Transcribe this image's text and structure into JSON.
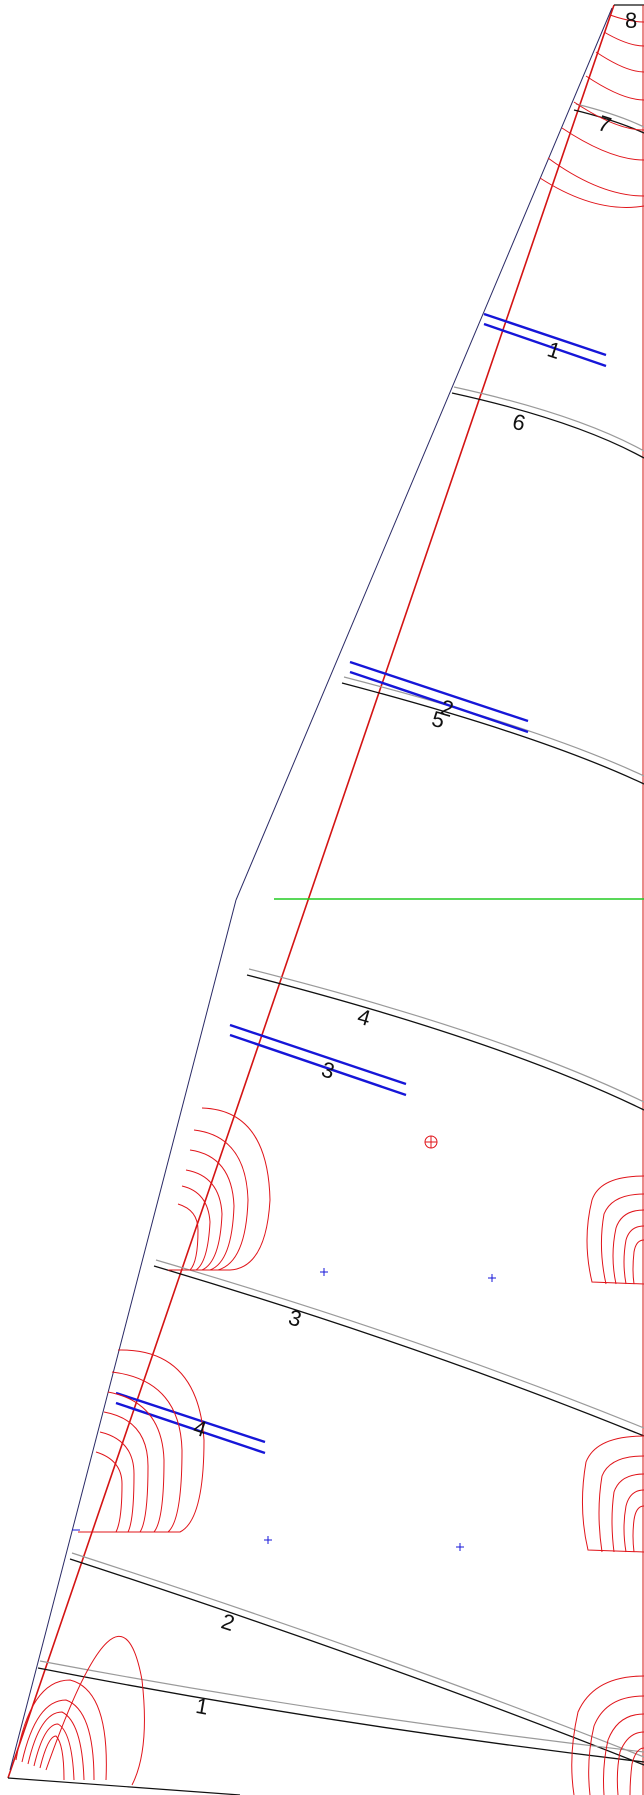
{
  "drawing": {
    "labels": {
      "top_corner": "8",
      "batten_1": "1",
      "batten_2": "2",
      "batten_3": "3",
      "batten_4": "4",
      "seam_1": "1",
      "seam_2": "2",
      "seam_3": "3",
      "seam_4": "4",
      "seam_5": "5",
      "seam_6": "6",
      "seam_7": "7"
    },
    "colors": {
      "outline": "#d41414",
      "seam": "#111111",
      "seam_offset": "#9a9a9a",
      "batten": "#1616d8",
      "reference": "#22cc22",
      "reinforcement": "#e0141a",
      "marker": "#1616d8"
    },
    "icons": {
      "centroid": "target-circle-icon",
      "point": "plus-marker-icon"
    }
  }
}
